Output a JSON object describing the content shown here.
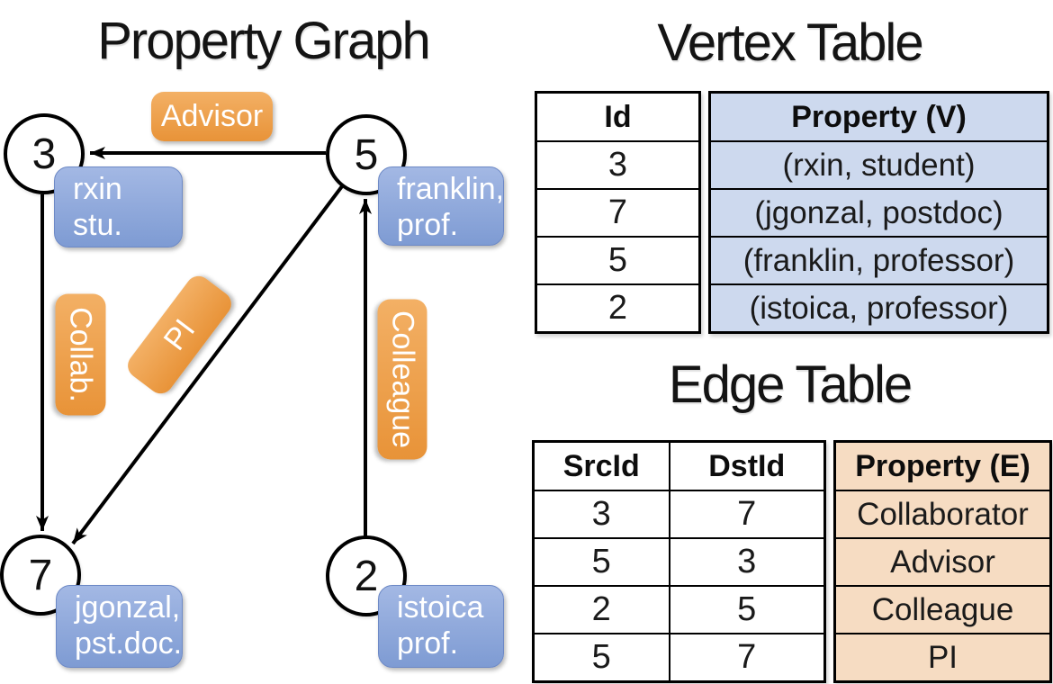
{
  "graph": {
    "title": "Property Graph",
    "nodes": [
      {
        "id": "3",
        "property_line1": "rxin",
        "property_line2": "stu."
      },
      {
        "id": "5",
        "property_line1": "franklin,",
        "property_line2": "prof."
      },
      {
        "id": "7",
        "property_line1": "jgonzal,",
        "property_line2": "pst.doc."
      },
      {
        "id": "2",
        "property_line1": "istoica",
        "property_line2": "prof."
      }
    ],
    "edge_labels": [
      "Advisor",
      "Collab.",
      "PI",
      "Colleague"
    ]
  },
  "vertex_table": {
    "title": "Vertex Table",
    "columns": {
      "id": "Id",
      "property": "Property (V)"
    },
    "rows": [
      {
        "id": "3",
        "property": "(rxin, student)"
      },
      {
        "id": "7",
        "property": "(jgonzal, postdoc)"
      },
      {
        "id": "5",
        "property": "(franklin, professor)"
      },
      {
        "id": "2",
        "property": "(istoica, professor)"
      }
    ]
  },
  "edge_table": {
    "title": "Edge Table",
    "columns": {
      "src": "SrcId",
      "dst": "DstId",
      "property": "Property (E)"
    },
    "rows": [
      {
        "src": "3",
        "dst": "7",
        "property": "Collaborator"
      },
      {
        "src": "5",
        "dst": "3",
        "property": "Advisor"
      },
      {
        "src": "2",
        "dst": "5",
        "property": "Colleague"
      },
      {
        "src": "5",
        "dst": "7",
        "property": "PI"
      }
    ]
  },
  "colors": {
    "edge_label_orange_light": "#f3b065",
    "edge_label_orange_dark": "#e89338",
    "vertex_box_blue_light": "#a3b8e4",
    "vertex_box_blue_dark": "#7e9bd3",
    "vertex_table_cell": "#cdd9ee",
    "edge_table_cell": "#f6dcc2",
    "line_color": "#000000"
  }
}
